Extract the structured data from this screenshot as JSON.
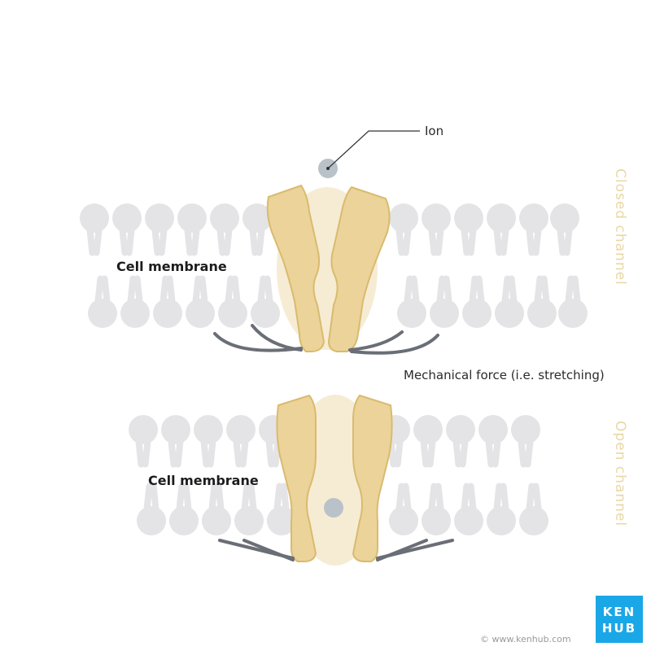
{
  "labels": {
    "ion": "Ion",
    "cell_membrane_top": "Cell membrane",
    "cell_membrane_bottom": "Cell membrane",
    "mechanical_force": "Mechanical force (i.e. stretching)",
    "closed_channel": "Closed channel",
    "open_channel": "Open channel"
  },
  "footer": {
    "copyright": "© www.kenhub.com"
  },
  "logo": {
    "line1": "KEN",
    "line2": "HUB"
  },
  "colors": {
    "lipid": "#e4e4e6",
    "protein": "#ebd39a",
    "protein_edge": "#d9bb6e",
    "pore": "#f6ecd4",
    "ion": "#b9c2c8",
    "tether": "#6a6e76",
    "side_label": "#ead7a4",
    "logo_bg": "#1aa7e7"
  }
}
